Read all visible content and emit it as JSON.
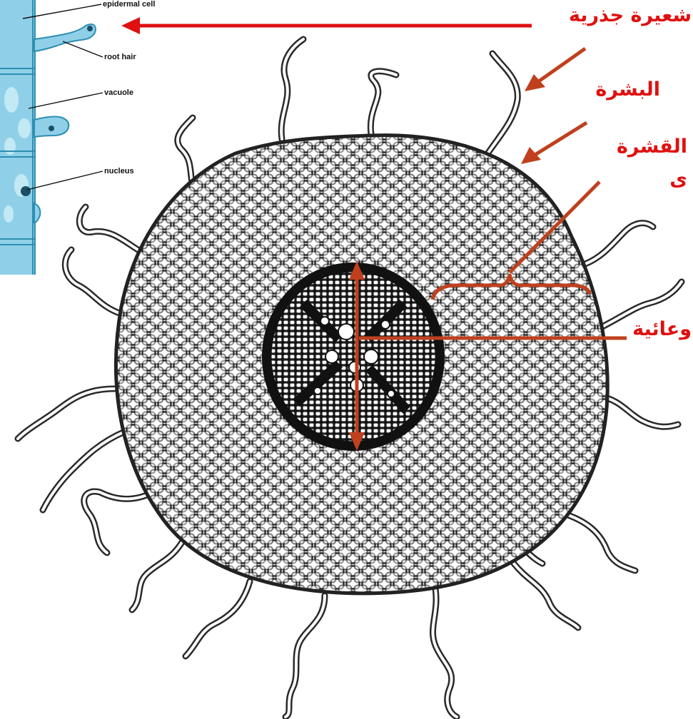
{
  "inset": {
    "labels": {
      "epidermal_cell": "epidermal cell",
      "root_hair": "root hair",
      "vacuole": "vacuole",
      "nucleus": "nucleus"
    },
    "colors": {
      "cell_fill": "#8fd0e8",
      "cell_dark": "#2d8eb2",
      "cell_light": "#cdeef7"
    }
  },
  "annotations": {
    "root_hair": "شعيرة جذرية",
    "epidermis": "البشرة",
    "cortex": "القشرة",
    "cortex_line2": "ى",
    "vascular": "وعائية"
  },
  "colors": {
    "annotation": "#e01010",
    "annotation_dark": "#c0401e",
    "drawing": "#222222"
  }
}
